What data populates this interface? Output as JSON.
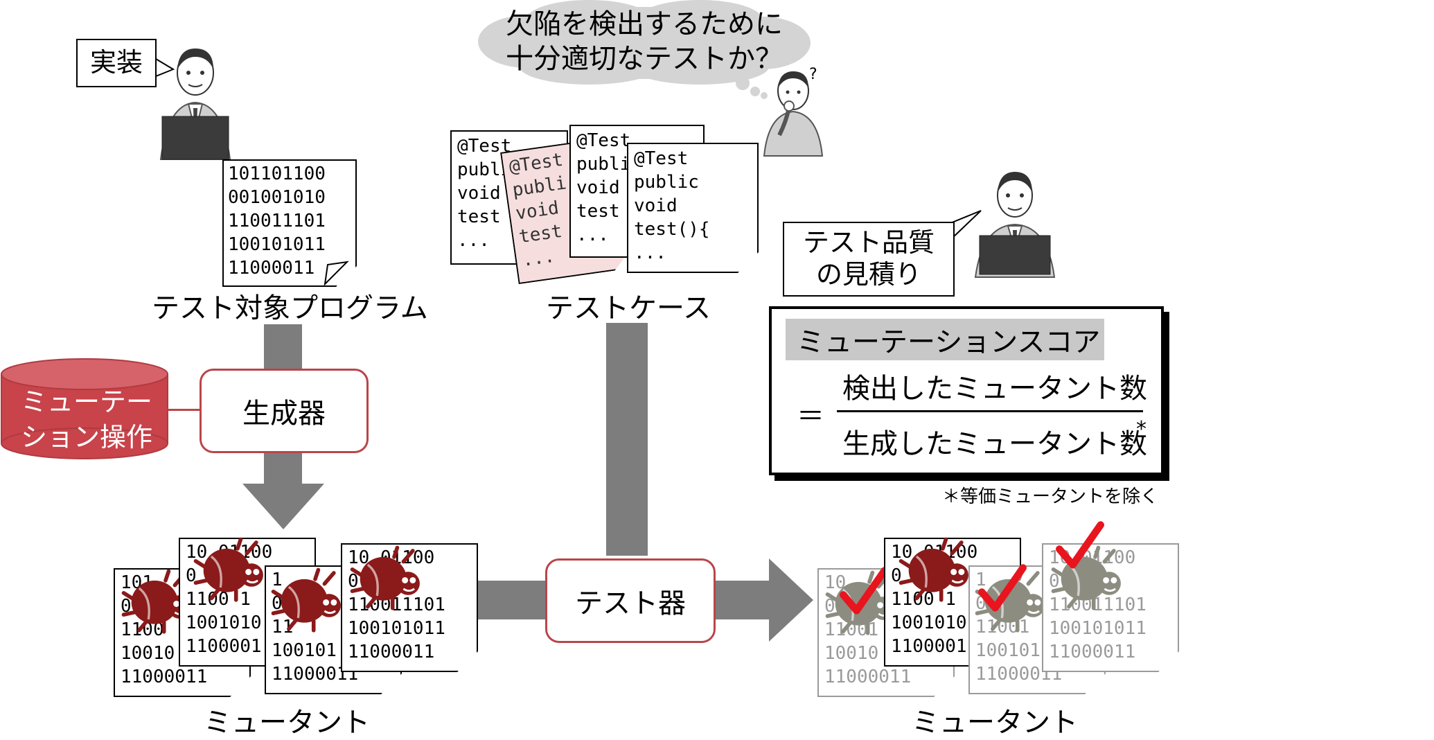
{
  "bubbles": {
    "impl": "実装",
    "quality_lines": [
      "テスト品質",
      "の見積り"
    ],
    "thought_lines": [
      "欠陥を検出するために",
      "十分適切なテストか？"
    ],
    "question_mark": "?"
  },
  "program": {
    "lines": [
      "101101100",
      "001001010",
      "110011101",
      "100101011",
      "11000011"
    ],
    "label": "テスト対象プログラム"
  },
  "testcases": {
    "label": "テストケース",
    "doc_back": [
      "@Test",
      "publi",
      "void",
      "test",
      "..."
    ],
    "doc_pink": [
      "@Test",
      "publi",
      "void",
      "test",
      "..."
    ],
    "doc_mid": [
      "@Test",
      "publi",
      "void",
      "test",
      "..."
    ],
    "doc_front": [
      "@Test",
      "public",
      "void",
      "test(){",
      "..."
    ]
  },
  "mutation_db": {
    "lines": [
      "ミューテー",
      "ション操作"
    ]
  },
  "generator": {
    "label": "生成器"
  },
  "tester": {
    "label": "テスト器"
  },
  "mutants_left": {
    "label": "ミュータント",
    "doc1": [
      "101",
      "0",
      "1100",
      "10010",
      "11000011"
    ],
    "doc2": [
      "10 01100",
      "0 1",
      "1100 1",
      "1001010",
      "1100001"
    ],
    "doc3": [
      "1",
      "0 010",
      "11",
      "100101",
      "11000011"
    ],
    "doc4": [
      "10 01100",
      "0 010",
      "110011101",
      "100101011",
      "11000011"
    ]
  },
  "mutants_right": {
    "label": "ミュータント",
    "doc1": [
      "10",
      "0",
      "11001",
      "10010",
      "11000011"
    ],
    "doc2": [
      "10 01100",
      "0 1",
      "1100 1",
      "1001010",
      "1100001"
    ],
    "doc3": [
      "1",
      "0",
      "11001",
      "100101",
      "11000011"
    ],
    "doc4": [
      "10 01100",
      "0 010",
      "110011101",
      "100101011",
      "11000011"
    ]
  },
  "score": {
    "title": "ミューテーションスコア",
    "equals": "＝",
    "numerator": "検出したミュータント数",
    "denominator": "生成したミュータント数",
    "asterisk": "*",
    "footnote": "＊等価ミュータントを除く"
  },
  "colors": {
    "bug": "#8b1a1a",
    "bug_gray": "#8c8c80",
    "check": "#e8141e",
    "box_red": "#b9454a",
    "db": "#c8434a",
    "arrow": "#7d7d7d"
  }
}
